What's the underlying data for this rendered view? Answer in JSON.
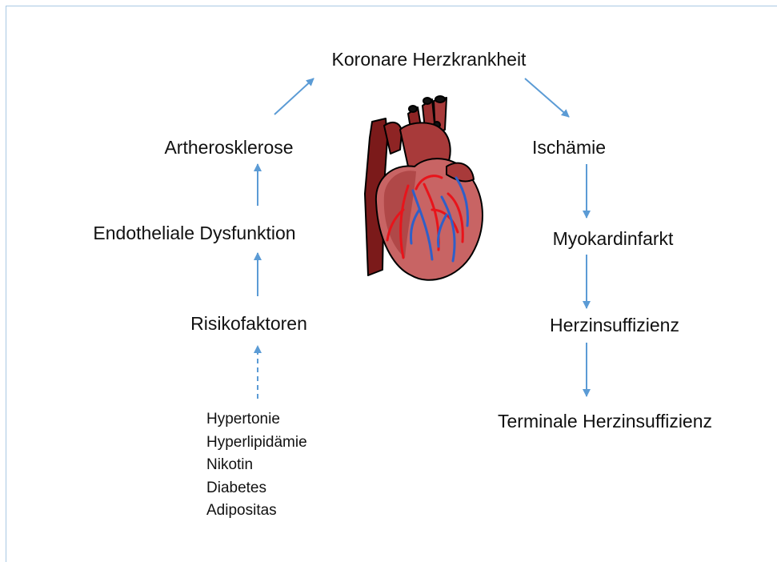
{
  "diagram": {
    "center_title": "Koronare Herzkrankheit",
    "left_chain": {
      "atherosclerosis": "Artherosklerose",
      "endothelial": "Endotheliale Dysfunktion",
      "risk_factors": "Risikofaktoren",
      "risk_list": [
        "Hypertonie",
        "Hyperlipidämie",
        "Nikotin",
        "Diabetes",
        "Adipositas"
      ]
    },
    "right_chain": {
      "ischemia": "Ischämie",
      "infarction": "Myokardinfarkt",
      "heart_failure": "Herzinsuffizienz",
      "terminal": "Terminale Herzinsuffizienz"
    }
  },
  "colors": {
    "arrow": "#5b9bd5",
    "frame": "#a9c8e3",
    "heart_dark": "#7b1a1a",
    "heart_mid": "#a83a3a",
    "heart_light": "#c86464",
    "artery": "#e8141b",
    "vein": "#2f5fc8"
  },
  "icons": {
    "heart": "anatomical-heart-icon"
  }
}
